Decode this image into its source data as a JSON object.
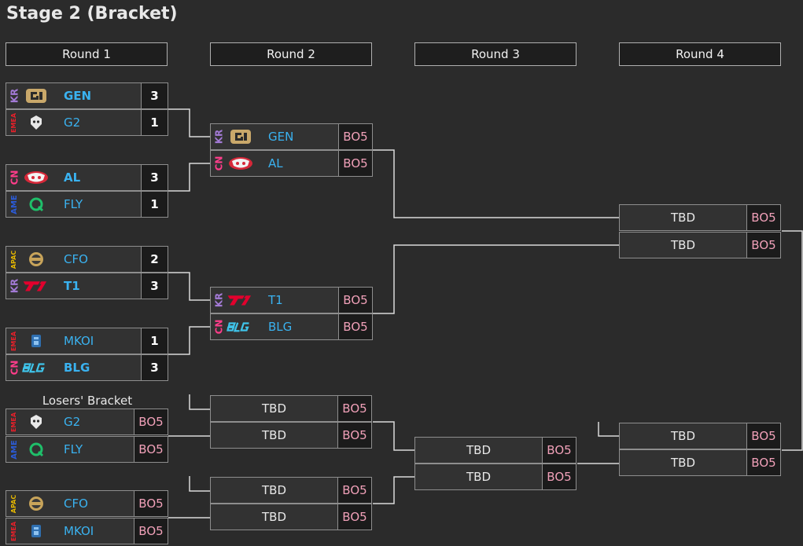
{
  "page_title": "Stage 2 (Bracket)",
  "round_headers": [
    "Round 1",
    "Round 2",
    "Round 3",
    "Round 4"
  ],
  "losers_label": "Losers' Bracket",
  "r1": [
    {
      "region": "KR",
      "region_color": "#a37ad6",
      "logo": "gen-logo-icon",
      "team": "GEN",
      "score": "3",
      "win": true
    },
    {
      "region": "EMEA",
      "region_color": "#e8202a",
      "logo": "g2-logo-icon",
      "team": "G2",
      "score": "1",
      "win": false
    },
    {
      "region": "CN",
      "region_color": "#ff3d8b",
      "logo": "al-logo-icon",
      "team": "AL",
      "score": "3",
      "win": true
    },
    {
      "region": "AME",
      "region_color": "#2b5bd6",
      "logo": "fly-logo-icon",
      "team": "FLY",
      "score": "1",
      "win": false
    },
    {
      "region": "APAC",
      "region_color": "#e6b800",
      "logo": "cfo-logo-icon",
      "team": "CFO",
      "score": "2",
      "win": false
    },
    {
      "region": "KR",
      "region_color": "#a37ad6",
      "logo": "t1-logo-icon",
      "team": "T1",
      "score": "3",
      "win": true
    },
    {
      "region": "EMEA",
      "region_color": "#e8202a",
      "logo": "mkoi-logo-icon",
      "team": "MKOI",
      "score": "1",
      "win": false
    },
    {
      "region": "CN",
      "region_color": "#ff3d8b",
      "logo": "blg-logo-icon",
      "team": "BLG",
      "score": "3",
      "win": true
    }
  ],
  "r1_losers": [
    {
      "region": "EMEA",
      "region_color": "#e8202a",
      "logo": "g2-logo-icon",
      "team": "G2",
      "bo": "BO5"
    },
    {
      "region": "AME",
      "region_color": "#2b5bd6",
      "logo": "fly-logo-icon",
      "team": "FLY",
      "bo": "BO5"
    },
    {
      "region": "APAC",
      "region_color": "#e6b800",
      "logo": "cfo-logo-icon",
      "team": "CFO",
      "bo": "BO5"
    },
    {
      "region": "EMEA",
      "region_color": "#e8202a",
      "logo": "mkoi-logo-icon",
      "team": "MKOI",
      "bo": "BO5"
    }
  ],
  "r2": [
    {
      "region": "KR",
      "region_color": "#a37ad6",
      "logo": "gen-logo-icon",
      "team": "GEN",
      "bo": "BO5"
    },
    {
      "region": "CN",
      "region_color": "#ff3d8b",
      "logo": "al-logo-icon",
      "team": "AL",
      "bo": "BO5"
    },
    {
      "region": "KR",
      "region_color": "#a37ad6",
      "logo": "t1-logo-icon",
      "team": "T1",
      "bo": "BO5"
    },
    {
      "region": "CN",
      "region_color": "#ff3d8b",
      "logo": "blg-logo-icon",
      "team": "BLG",
      "bo": "BO5"
    }
  ],
  "r2_tbd": [
    {
      "team": "TBD",
      "bo": "BO5"
    },
    {
      "team": "TBD",
      "bo": "BO5"
    },
    {
      "team": "TBD",
      "bo": "BO5"
    },
    {
      "team": "TBD",
      "bo": "BO5"
    }
  ],
  "r3_tbd": [
    {
      "team": "TBD",
      "bo": "BO5"
    },
    {
      "team": "TBD",
      "bo": "BO5"
    }
  ],
  "r4_upper": [
    {
      "team": "TBD",
      "bo": "BO5"
    },
    {
      "team": "TBD",
      "bo": "BO5"
    }
  ],
  "r4_lower": [
    {
      "team": "TBD",
      "bo": "BO5"
    },
    {
      "team": "TBD",
      "bo": "BO5"
    }
  ]
}
